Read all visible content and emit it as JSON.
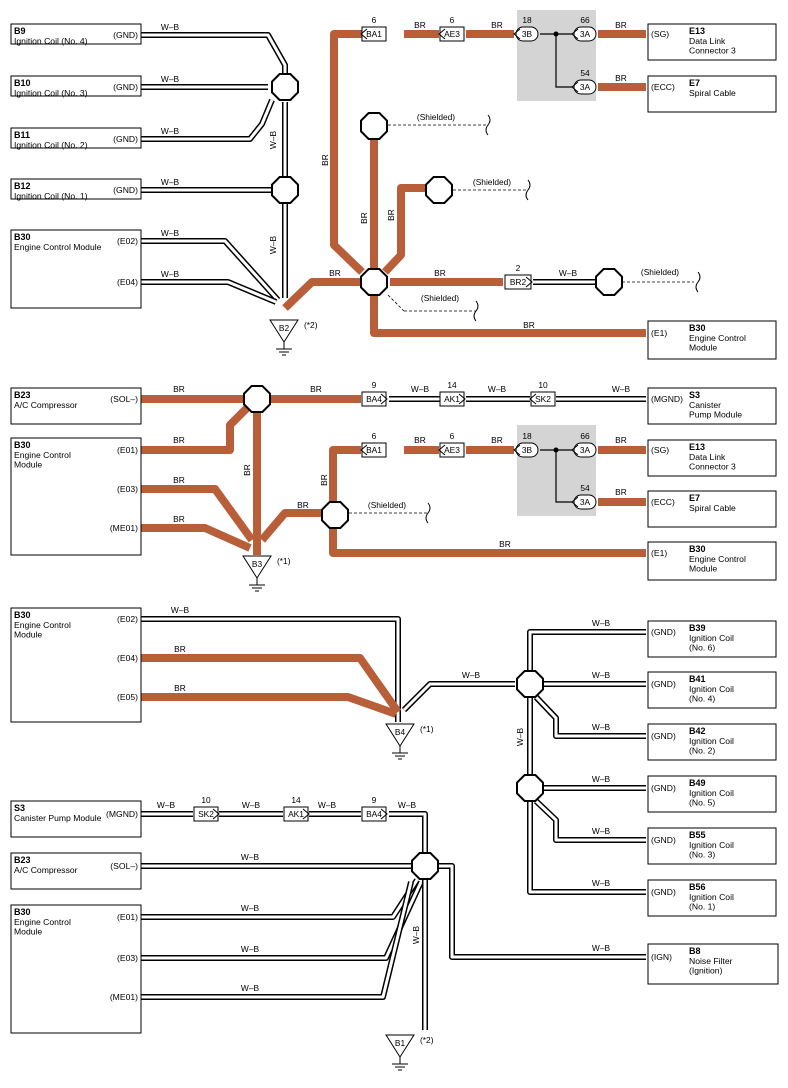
{
  "colors": {
    "wire_br": "#b85f3a",
    "wire_wb": "#000000",
    "shield_area": "#d4d4d4"
  },
  "wire_labels": {
    "br": "BR",
    "wb": "W–B",
    "shielded": "(Shielded)"
  },
  "components": [
    {
      "id": "b9",
      "code": "B9",
      "lines": [
        "Ignition Coil (No. 4)"
      ],
      "pins": [
        "(GND)"
      ]
    },
    {
      "id": "b10",
      "code": "B10",
      "lines": [
        "Ignition Coil (No. 3)"
      ],
      "pins": [
        "(GND)"
      ]
    },
    {
      "id": "b11",
      "code": "B11",
      "lines": [
        "Ignition Coil (No. 2)"
      ],
      "pins": [
        "(GND)"
      ]
    },
    {
      "id": "b12",
      "code": "B12",
      "lines": [
        "Ignition Coil (No. 1)"
      ],
      "pins": [
        "(GND)"
      ]
    },
    {
      "id": "b30-1",
      "code": "B30",
      "lines": [
        "Engine Control Module"
      ],
      "pins": [
        "(E02)",
        "(E04)"
      ]
    },
    {
      "id": "e13-1",
      "code": "E13",
      "lines": [
        "Data Link",
        "Connector 3"
      ],
      "pins": [
        "(SG)"
      ]
    },
    {
      "id": "e7-1",
      "code": "E7",
      "lines": [
        "Spiral Cable"
      ],
      "pins": [
        "(ECC)"
      ]
    },
    {
      "id": "b30-2",
      "code": "B30",
      "lines": [
        "Engine Control",
        "Module"
      ],
      "pins": [
        "(E1)"
      ]
    },
    {
      "id": "b23-1",
      "code": "B23",
      "lines": [
        "A/C Compressor"
      ],
      "pins": [
        "(SOL–)"
      ]
    },
    {
      "id": "b30-3",
      "code": "B30",
      "lines": [
        "Engine Control",
        "Module"
      ],
      "pins": [
        "(E01)",
        "(E03)",
        "(ME01)"
      ]
    },
    {
      "id": "s3-1",
      "code": "S3",
      "lines": [
        "Canister",
        "Pump Module"
      ],
      "pins": [
        "(MGND)"
      ]
    },
    {
      "id": "e13-2",
      "code": "E13",
      "lines": [
        "Data Link",
        "Connector 3"
      ],
      "pins": [
        "(SG)"
      ]
    },
    {
      "id": "e7-2",
      "code": "E7",
      "lines": [
        "Spiral Cable"
      ],
      "pins": [
        "(ECC)"
      ]
    },
    {
      "id": "b30-4",
      "code": "B30",
      "lines": [
        "Engine Control",
        "Module"
      ],
      "pins": [
        "(E1)"
      ]
    },
    {
      "id": "b30-5",
      "code": "B30",
      "lines": [
        "Engine Control",
        "Module"
      ],
      "pins": [
        "(E02)",
        "(E04)",
        "(E05)"
      ]
    },
    {
      "id": "b39",
      "code": "B39",
      "lines": [
        "Ignition Coil",
        "(No. 6)"
      ],
      "pins": [
        "(GND)"
      ]
    },
    {
      "id": "b41",
      "code": "B41",
      "lines": [
        "Ignition Coil",
        "(No. 4)"
      ],
      "pins": [
        "(GND)"
      ]
    },
    {
      "id": "b42",
      "code": "B42",
      "lines": [
        "Ignition Coil",
        "(No. 2)"
      ],
      "pins": [
        "(GND)"
      ]
    },
    {
      "id": "b49",
      "code": "B49",
      "lines": [
        "Ignition Coil",
        "(No. 5)"
      ],
      "pins": [
        "(GND)"
      ]
    },
    {
      "id": "b55",
      "code": "B55",
      "lines": [
        "Ignition Coil",
        "(No. 3)"
      ],
      "pins": [
        "(GND)"
      ]
    },
    {
      "id": "b56",
      "code": "B56",
      "lines": [
        "Ignition Coil",
        "(No. 1)"
      ],
      "pins": [
        "(GND)"
      ]
    },
    {
      "id": "s3-2",
      "code": "S3",
      "lines": [
        "Canister Pump Module"
      ],
      "pins": [
        "(MGND)"
      ]
    },
    {
      "id": "b23-2",
      "code": "B23",
      "lines": [
        "A/C Compressor"
      ],
      "pins": [
        "(SOL–)"
      ]
    },
    {
      "id": "b30-6",
      "code": "B30",
      "lines": [
        "Engine Control",
        "Module"
      ],
      "pins": [
        "(E01)",
        "(E03)",
        "(ME01)"
      ]
    },
    {
      "id": "b8",
      "code": "B8",
      "lines": [
        "Noise Filter",
        "(Ignition)"
      ],
      "pins": [
        "(IGN)"
      ]
    }
  ],
  "connectors": [
    {
      "id": "ba1-1",
      "label": "BA1",
      "num": "6"
    },
    {
      "id": "ae3-1",
      "label": "AE3",
      "num": "6"
    },
    {
      "id": "c3b-1",
      "label": "3B",
      "num": "18"
    },
    {
      "id": "c3a-1",
      "label": "3A",
      "num": "66"
    },
    {
      "id": "c3a-2",
      "label": "3A",
      "num": "54"
    },
    {
      "id": "br2",
      "label": "BR2",
      "num": "2"
    },
    {
      "id": "ba4-1",
      "label": "BA4",
      "num": "9"
    },
    {
      "id": "ak1-1",
      "label": "AK1",
      "num": "14"
    },
    {
      "id": "sk2-1",
      "label": "SK2",
      "num": "10"
    },
    {
      "id": "ba1-2",
      "label": "BA1",
      "num": "6"
    },
    {
      "id": "ae3-2",
      "label": "AE3",
      "num": "6"
    },
    {
      "id": "c3b-2",
      "label": "3B",
      "num": "18"
    },
    {
      "id": "c3a-3",
      "label": "3A",
      "num": "66"
    },
    {
      "id": "c3a-4",
      "label": "3A",
      "num": "54"
    },
    {
      "id": "sk2-2",
      "label": "SK2",
      "num": "10"
    },
    {
      "id": "ak1-2",
      "label": "AK1",
      "num": "14"
    },
    {
      "id": "ba4-2",
      "label": "BA4",
      "num": "9"
    }
  ],
  "grounds": [
    {
      "id": "b2",
      "label": "B2",
      "note": "(*2)"
    },
    {
      "id": "b3",
      "label": "B3",
      "note": "(*1)"
    },
    {
      "id": "b4",
      "label": "B4",
      "note": "(*1)"
    },
    {
      "id": "b1",
      "label": "B1",
      "note": "(*2)"
    }
  ]
}
